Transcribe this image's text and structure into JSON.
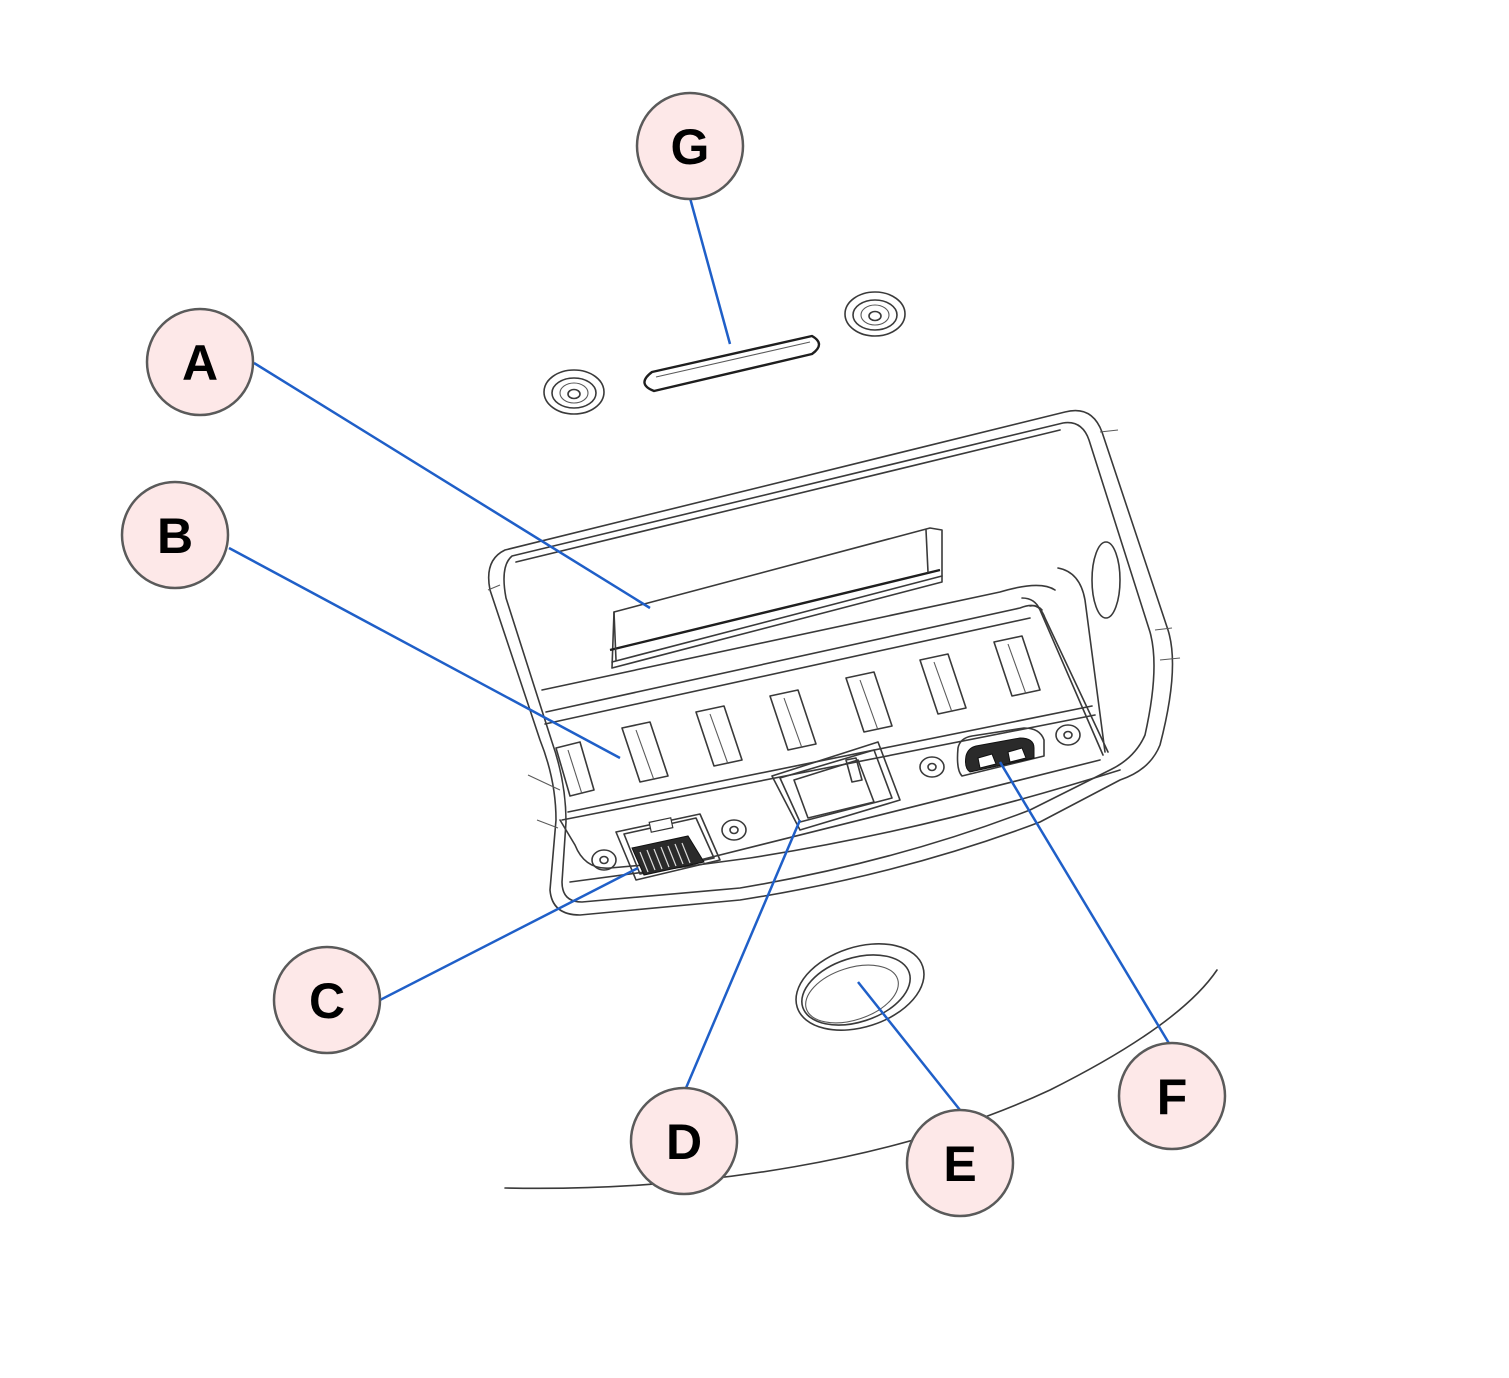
{
  "diagram": {
    "callouts": [
      {
        "id": "A",
        "label": "A"
      },
      {
        "id": "B",
        "label": "B"
      },
      {
        "id": "C",
        "label": "C"
      },
      {
        "id": "D",
        "label": "D"
      },
      {
        "id": "E",
        "label": "E"
      },
      {
        "id": "F",
        "label": "F"
      },
      {
        "id": "G",
        "label": "G"
      }
    ],
    "colors": {
      "callout_fill": "#fde8e8",
      "callout_stroke": "#5a5a5a",
      "leader_line": "#1f5fc8",
      "drawing_line": "#3a3a3a"
    }
  }
}
